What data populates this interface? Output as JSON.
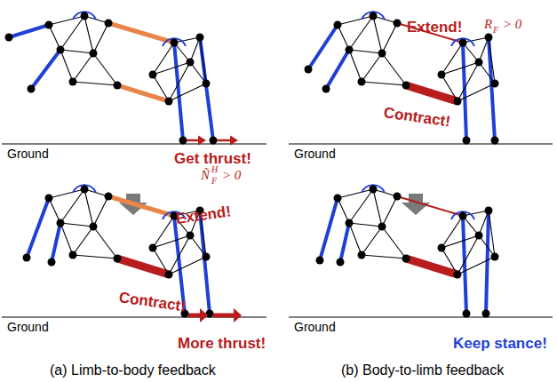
{
  "diagram": {
    "labels": [
      "Ground",
      "Get thrust!",
      "Ñ",
      "H",
      "F",
      "> 0",
      "Extend!",
      "Contract!",
      "More thrust!",
      "Ground",
      "Extend!",
      "R",
      "F",
      "> 0",
      "Contract!",
      "Ground",
      "Ground",
      "Keep stance!",
      "(a) Limb-to-body feedback",
      "(b) Body-to-limb feedback"
    ]
  }
}
